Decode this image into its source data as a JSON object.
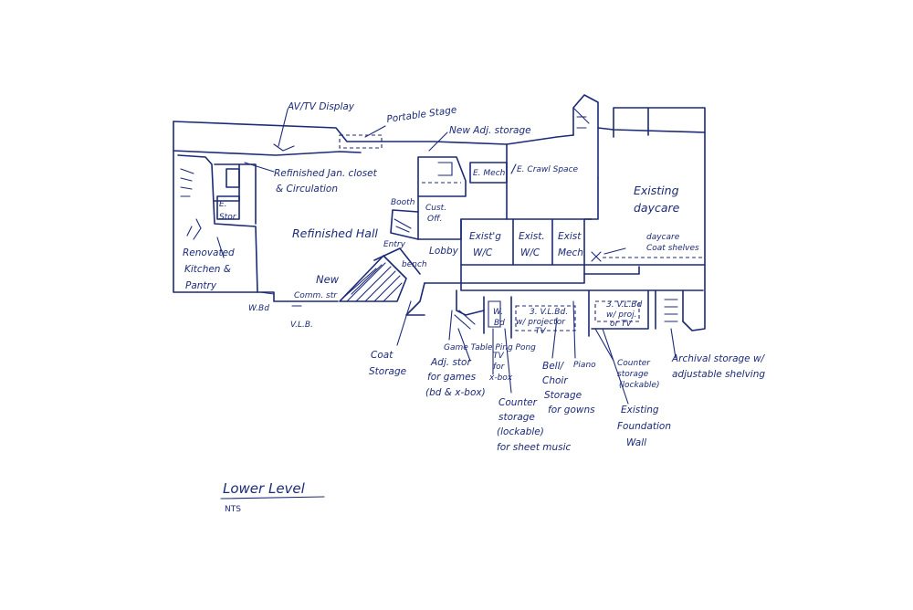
{
  "drawing": {
    "labels": {
      "av_display": "AV/TV Display",
      "portable_stage": "Portable Stage",
      "new_adj_storage": "New Adj. storage",
      "refinished_jan_closet": "Refinished Jan. closet",
      "circulation": "& Circulation",
      "e_mech": "E. Mech",
      "e_crawl_space": "E. Crawl Space",
      "existing_daycare_1": "Existing",
      "existing_daycare_2": "daycare",
      "e_stor_1": "E.",
      "e_stor_2": "Stor",
      "booth": "Booth",
      "cust_off_1": "Cust.",
      "cust_off_2": "Off.",
      "refinished_hall": "Refinished Hall",
      "entry_bench_1": "Entry",
      "entry_bench_2": "bench",
      "lobby": "Lobby",
      "exist_wc_1_a": "Exist'g",
      "exist_wc_1_b": "W/C",
      "exist_wc_2_a": "Exist.",
      "exist_wc_2_b": "W/C",
      "exist_mech_a": "Exist",
      "exist_mech_b": "Mech",
      "daycare_coat_1": "daycare",
      "daycare_coat_2": "Coat shelves",
      "renovated_kitchen_1": "Renovated",
      "renovated_kitchen_2": "Kitchen &",
      "renovated_kitchen_3": "Pantry",
      "new_comm_stair_1": "New",
      "new_comm_stair_2": "Comm. str",
      "wbd_left": "W.Bd",
      "vlb": "V.L.B.",
      "wb_small_1": "W.",
      "wb_small_2": "Bd",
      "vl_bd_mid_1": "3. V.L.Bd.",
      "vl_bd_mid_2": "w/ projector",
      "vl_bd_mid_3": "TV",
      "vl_bd_right_1": "3. V.L.Bd",
      "vl_bd_right_2": "w/ proj.",
      "vl_bd_right_3": "or TV",
      "coat_storage_1": "Coat",
      "coat_storage_2": "Storage",
      "game_table": "Game Table Ping Pong",
      "adj_stor_1": "Adj. stor",
      "adj_stor_2": "for games",
      "adj_stor_3": "(bd & x-box)",
      "tv_xbox_1": "TV",
      "tv_xbox_2": "for",
      "tv_xbox_3": "x-box",
      "counter_short_1": "Counter",
      "counter_short_2": "storage",
      "counter_short_3": "(lockable)",
      "counter_short_4": "for sheet music",
      "bell_choir_1": "Bell/",
      "bell_choir_2": "Choir",
      "bell_choir_3": "Storage",
      "bell_choir_4": "for gowns",
      "piano": "Piano",
      "counter_storage_1": "Counter",
      "counter_storage_2": "storage",
      "counter_storage_3": "(lockable)",
      "existing_foundation_1": "Existing",
      "existing_foundation_2": "Foundation",
      "existing_foundation_3": "Wall",
      "archival_1": "Archival storage w/",
      "archival_2": "adjustable shelving"
    },
    "title": "Lower Level",
    "scale_note": "NTS",
    "ink_color": "#1c2a78"
  }
}
